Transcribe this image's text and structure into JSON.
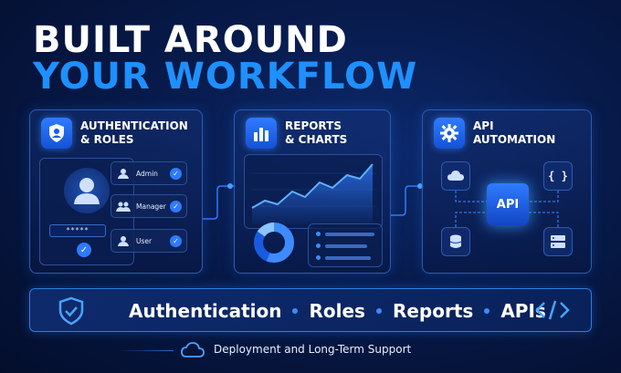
{
  "headline": {
    "line1": "BUILT AROUND",
    "line2": "YOUR WORKFLOW"
  },
  "panels": {
    "auth": {
      "title": "AUTHENTICATION\n& ROLES",
      "icon": "shield-user-icon",
      "password_mask": "*****",
      "roles": [
        {
          "label": "Admin",
          "icon": "user-badge-icon"
        },
        {
          "label": "Manager",
          "icon": "users-icon"
        },
        {
          "label": "User",
          "icon": "user-icon"
        }
      ]
    },
    "reports": {
      "title": "REPORTS\n& CHARTS",
      "icon": "bar-chart-icon"
    },
    "api": {
      "title": "API\nAUTOMATION",
      "icon": "gear-icon",
      "center_label": "API",
      "braces_label": "{ }"
    }
  },
  "features": {
    "items": [
      "Authentication",
      "Roles",
      "Reports",
      "APIs"
    ]
  },
  "support": {
    "text": "Deployment and Long-Term Support",
    "icon": "cloud-icon"
  },
  "colors": {
    "accent": "#1e90ff",
    "background": "#071a4a",
    "panel_border": "#2a5db0"
  }
}
